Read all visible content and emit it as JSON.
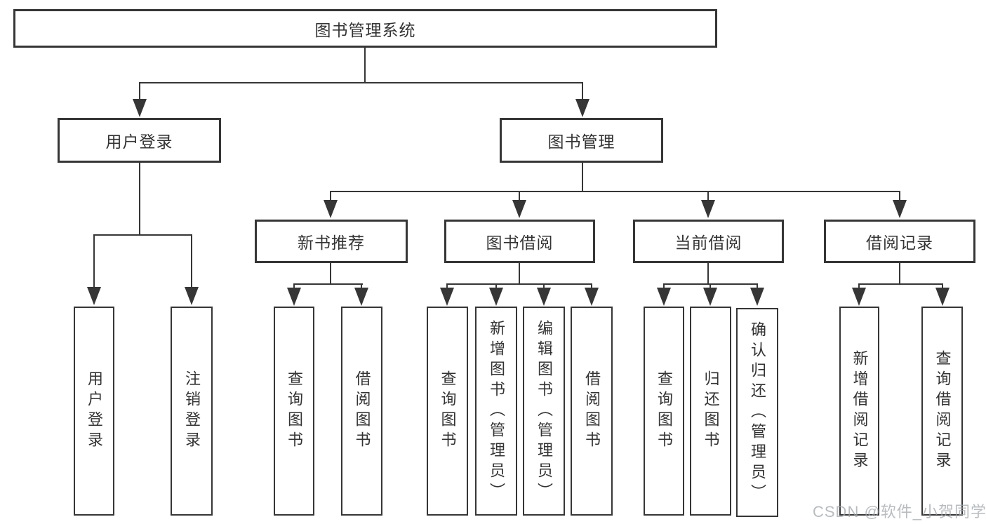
{
  "diagram": {
    "root": {
      "label": "图书管理系统"
    },
    "level2": [
      {
        "label": "用户登录"
      },
      {
        "label": "图书管理"
      }
    ],
    "level3": [
      {
        "label": "新书推荐"
      },
      {
        "label": "图书借阅"
      },
      {
        "label": "当前借阅"
      },
      {
        "label": "借阅记录"
      }
    ],
    "leaves": {
      "login": [
        "用户登录",
        "注销登录"
      ],
      "newbook": [
        "查询图书",
        "借阅图书"
      ],
      "borrow": [
        "查询图书",
        "新增图书（管理员）",
        "编辑图书（管理员）",
        "借阅图书"
      ],
      "current": [
        "查询图书",
        "归还图书",
        "确认归还（管理员）"
      ],
      "records": [
        "新增借阅记录",
        "查询借阅记录"
      ]
    }
  },
  "watermark": "CSDN @软件_小贺同学",
  "colors": {
    "line": "#363636",
    "text": "#333333",
    "background": "#ffffff",
    "watermark": "#a0a5aa"
  }
}
